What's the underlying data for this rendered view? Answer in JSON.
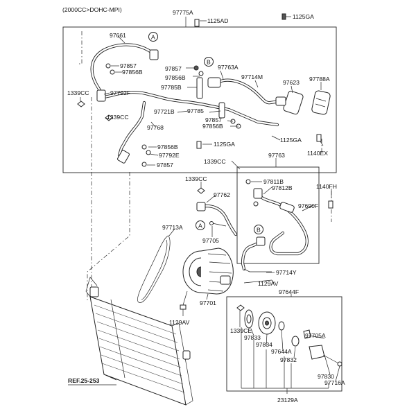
{
  "header": {
    "engine_note": "(2000CC>DOHC-MPI)"
  },
  "reference": {
    "label": "REF.25-253"
  },
  "callouts": {
    "a_top": "A",
    "a_mid": "A",
    "b_top": "B",
    "b_mid": "B"
  },
  "labels": {
    "p97775A": "97775A",
    "p1125AD": "1125AD",
    "p1125GA_top": "1125GA",
    "p97661": "97661",
    "p97857_a": "97857",
    "p97856B_a": "97856B",
    "p97857_b": "97857",
    "p97856B_b": "97856B",
    "p97785B": "97785B",
    "p97763A": "97763A",
    "p97714M": "97714M",
    "p97623": "97623",
    "p97788A": "97788A",
    "p1339CC_a": "1339CC",
    "p97792F": "97792F",
    "p1339CC_b": "1339CC",
    "p97721B": "97721B",
    "p97785": "97785",
    "p97857_c": "97857",
    "p97856B_c": "97856B",
    "p97768": "97768",
    "p1125GA_mid": "1125GA",
    "p1140EX": "1140EX",
    "p97856B_d": "97856B",
    "p97792E": "97792E",
    "p97857_d": "97857",
    "p1125GA_low": "1125GA",
    "p1339CC_c": "1339CC",
    "p97763": "97763",
    "p1339CC_d": "1339CC",
    "p97811B": "97811B",
    "p97812B": "97812B",
    "p1140FH": "1140FH",
    "p97762": "97762",
    "p97690F": "97690F",
    "p97713A": "97713A",
    "p97705": "97705",
    "p97714Y": "97714Y",
    "p1129AV_a": "1129AV",
    "p97644F": "97644F",
    "p97701": "97701",
    "p1129AV_b": "1129AV",
    "p1339CE": "1339CE",
    "p97833": "97833",
    "p97834": "97834",
    "p97644A": "97644A",
    "p97832": "97832",
    "p97705A": "97705A",
    "p97830": "97830",
    "p97716A": "97716A",
    "p23129A": "23129A"
  }
}
